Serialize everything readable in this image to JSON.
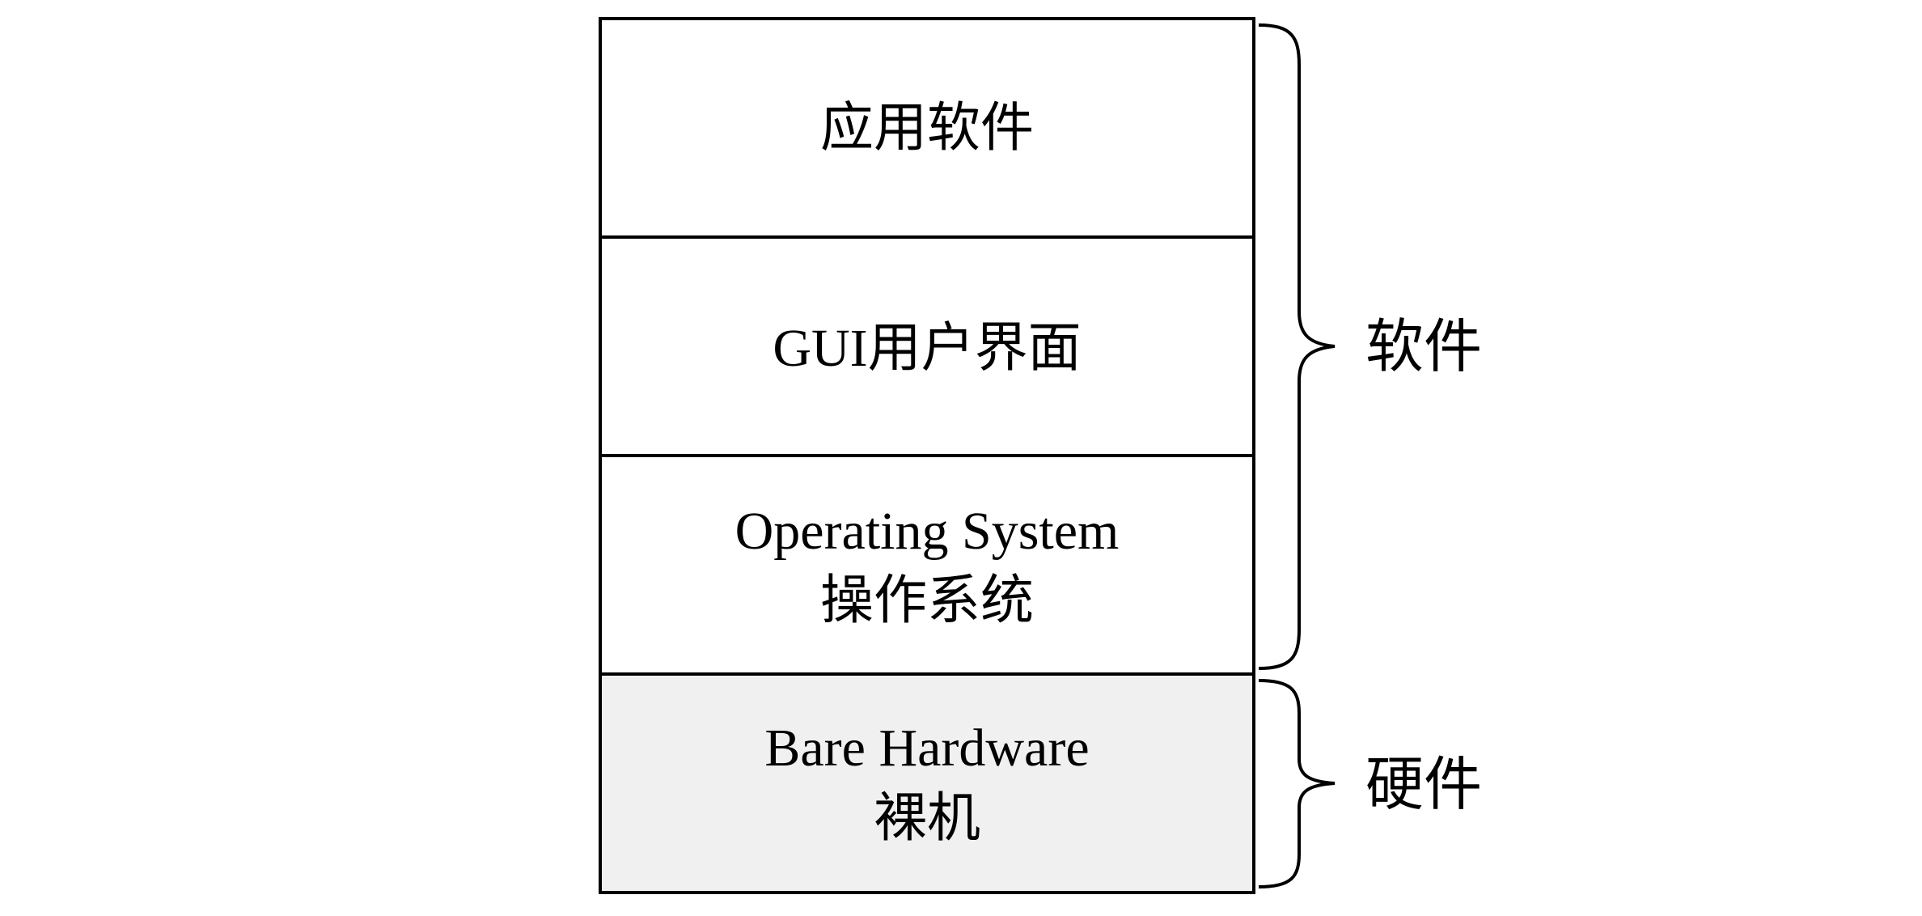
{
  "layers": [
    {
      "lines": [
        "应用软件"
      ],
      "fill": "#ffffff"
    },
    {
      "lines": [
        "GUI用户界面"
      ],
      "fill": "#ffffff"
    },
    {
      "lines": [
        "Operating System",
        "操作系统"
      ],
      "fill": "#ffffff"
    },
    {
      "lines": [
        "Bare Hardware",
        "裸机"
      ],
      "fill": "#f0f0f0"
    }
  ],
  "groups": {
    "software": {
      "label": "软件"
    },
    "hardware": {
      "label": "硬件"
    }
  },
  "colors": {
    "stroke": "#000000",
    "background": "#ffffff"
  }
}
